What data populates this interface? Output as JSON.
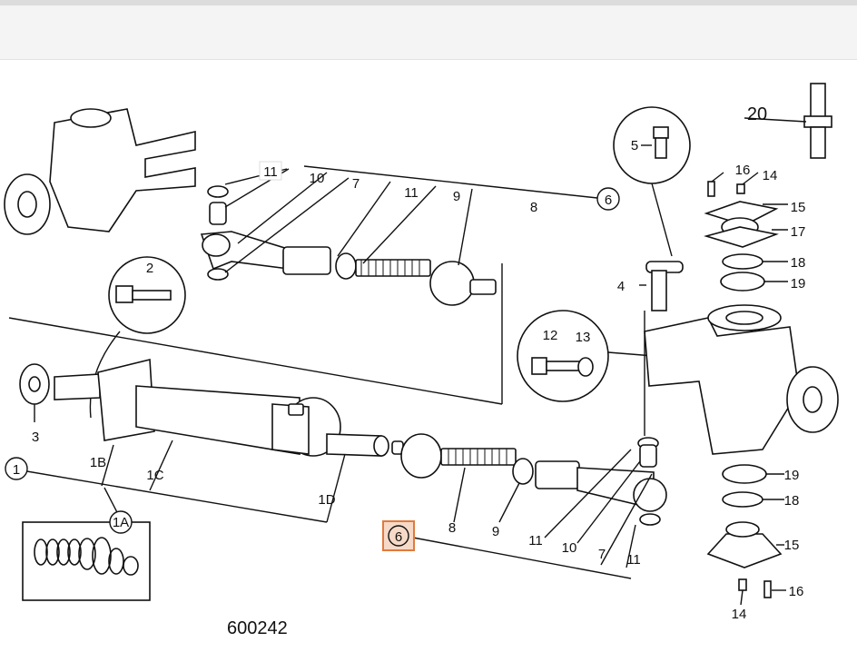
{
  "labels": {
    "l11a": "11",
    "l10a": "10",
    "l7a": "7",
    "l11b": "11",
    "l9a": "9",
    "l8a": "8",
    "l6a": "6",
    "l5": "5",
    "l4": "4",
    "l2": "2",
    "l12": "12",
    "l13": "13",
    "l20": "20",
    "l16a": "16",
    "l14a": "14",
    "l15a": "15",
    "l17": "17",
    "l18a": "18",
    "l19a": "19",
    "l3": "3",
    "l1": "1",
    "l1b": "1B",
    "l1c": "1C",
    "l1d": "1D",
    "l1a": "1A",
    "l6b": "6",
    "l8b": "8",
    "l9b": "9",
    "l11c": "11",
    "l10b": "10",
    "l7b": "7",
    "l11d": "11",
    "l19b": "19",
    "l18b": "18",
    "l15b": "15",
    "l16b": "16",
    "l14b": "14"
  },
  "reference_number": "600242",
  "highlight_color": "#e07b3c"
}
